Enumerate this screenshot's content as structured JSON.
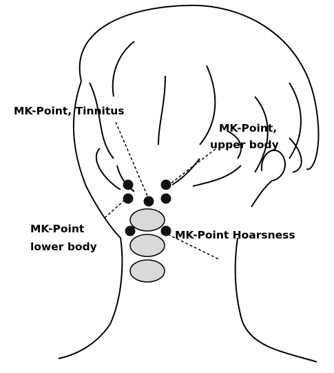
{
  "diagram": {
    "labels": {
      "tinnitus": "MK-Point, Tinnitus",
      "upper_body_line1": "MK-Point,",
      "upper_body_line2": "upper body",
      "lower_body_line1": "MK-Point",
      "lower_body_line2": "lower body",
      "hoarseness": "MK-Point Hoarsness"
    },
    "colors": {
      "outline": "#000000",
      "point": "#111111",
      "vertebra_fill": "#d9d9d9",
      "background": "#ffffff"
    }
  }
}
